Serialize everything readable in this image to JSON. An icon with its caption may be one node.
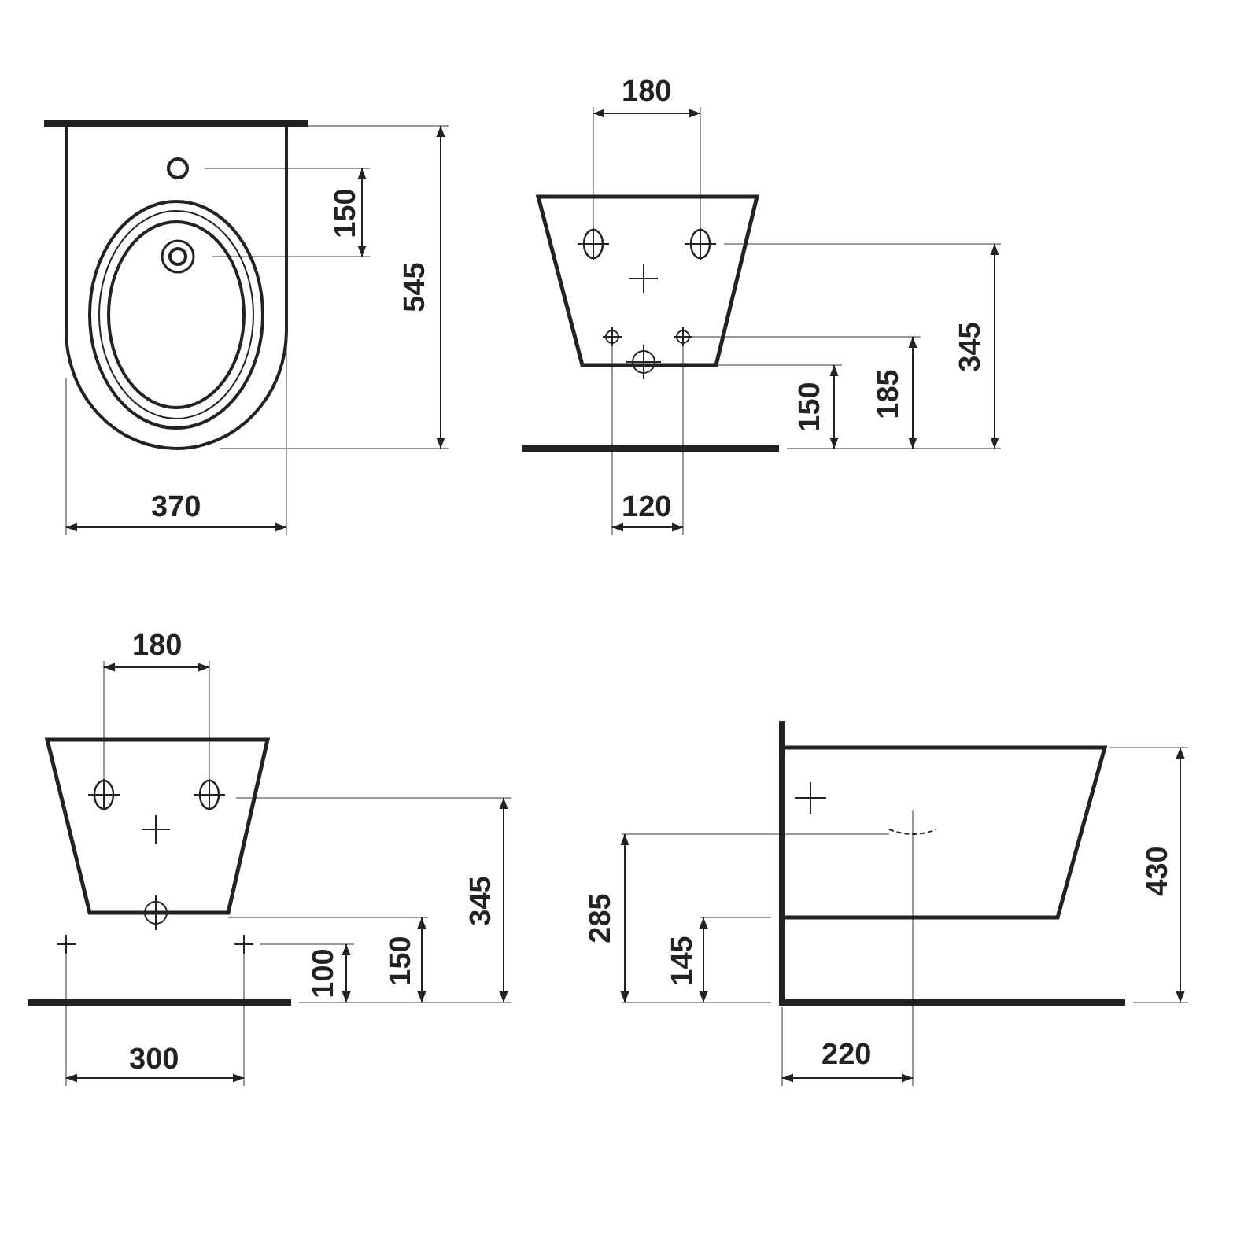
{
  "diagram": {
    "labels": [
      "150",
      "545",
      "370",
      "180",
      "345",
      "150",
      "185",
      "120",
      "180",
      "345",
      "100",
      "150",
      "300",
      "285",
      "145",
      "430",
      "220"
    ]
  }
}
